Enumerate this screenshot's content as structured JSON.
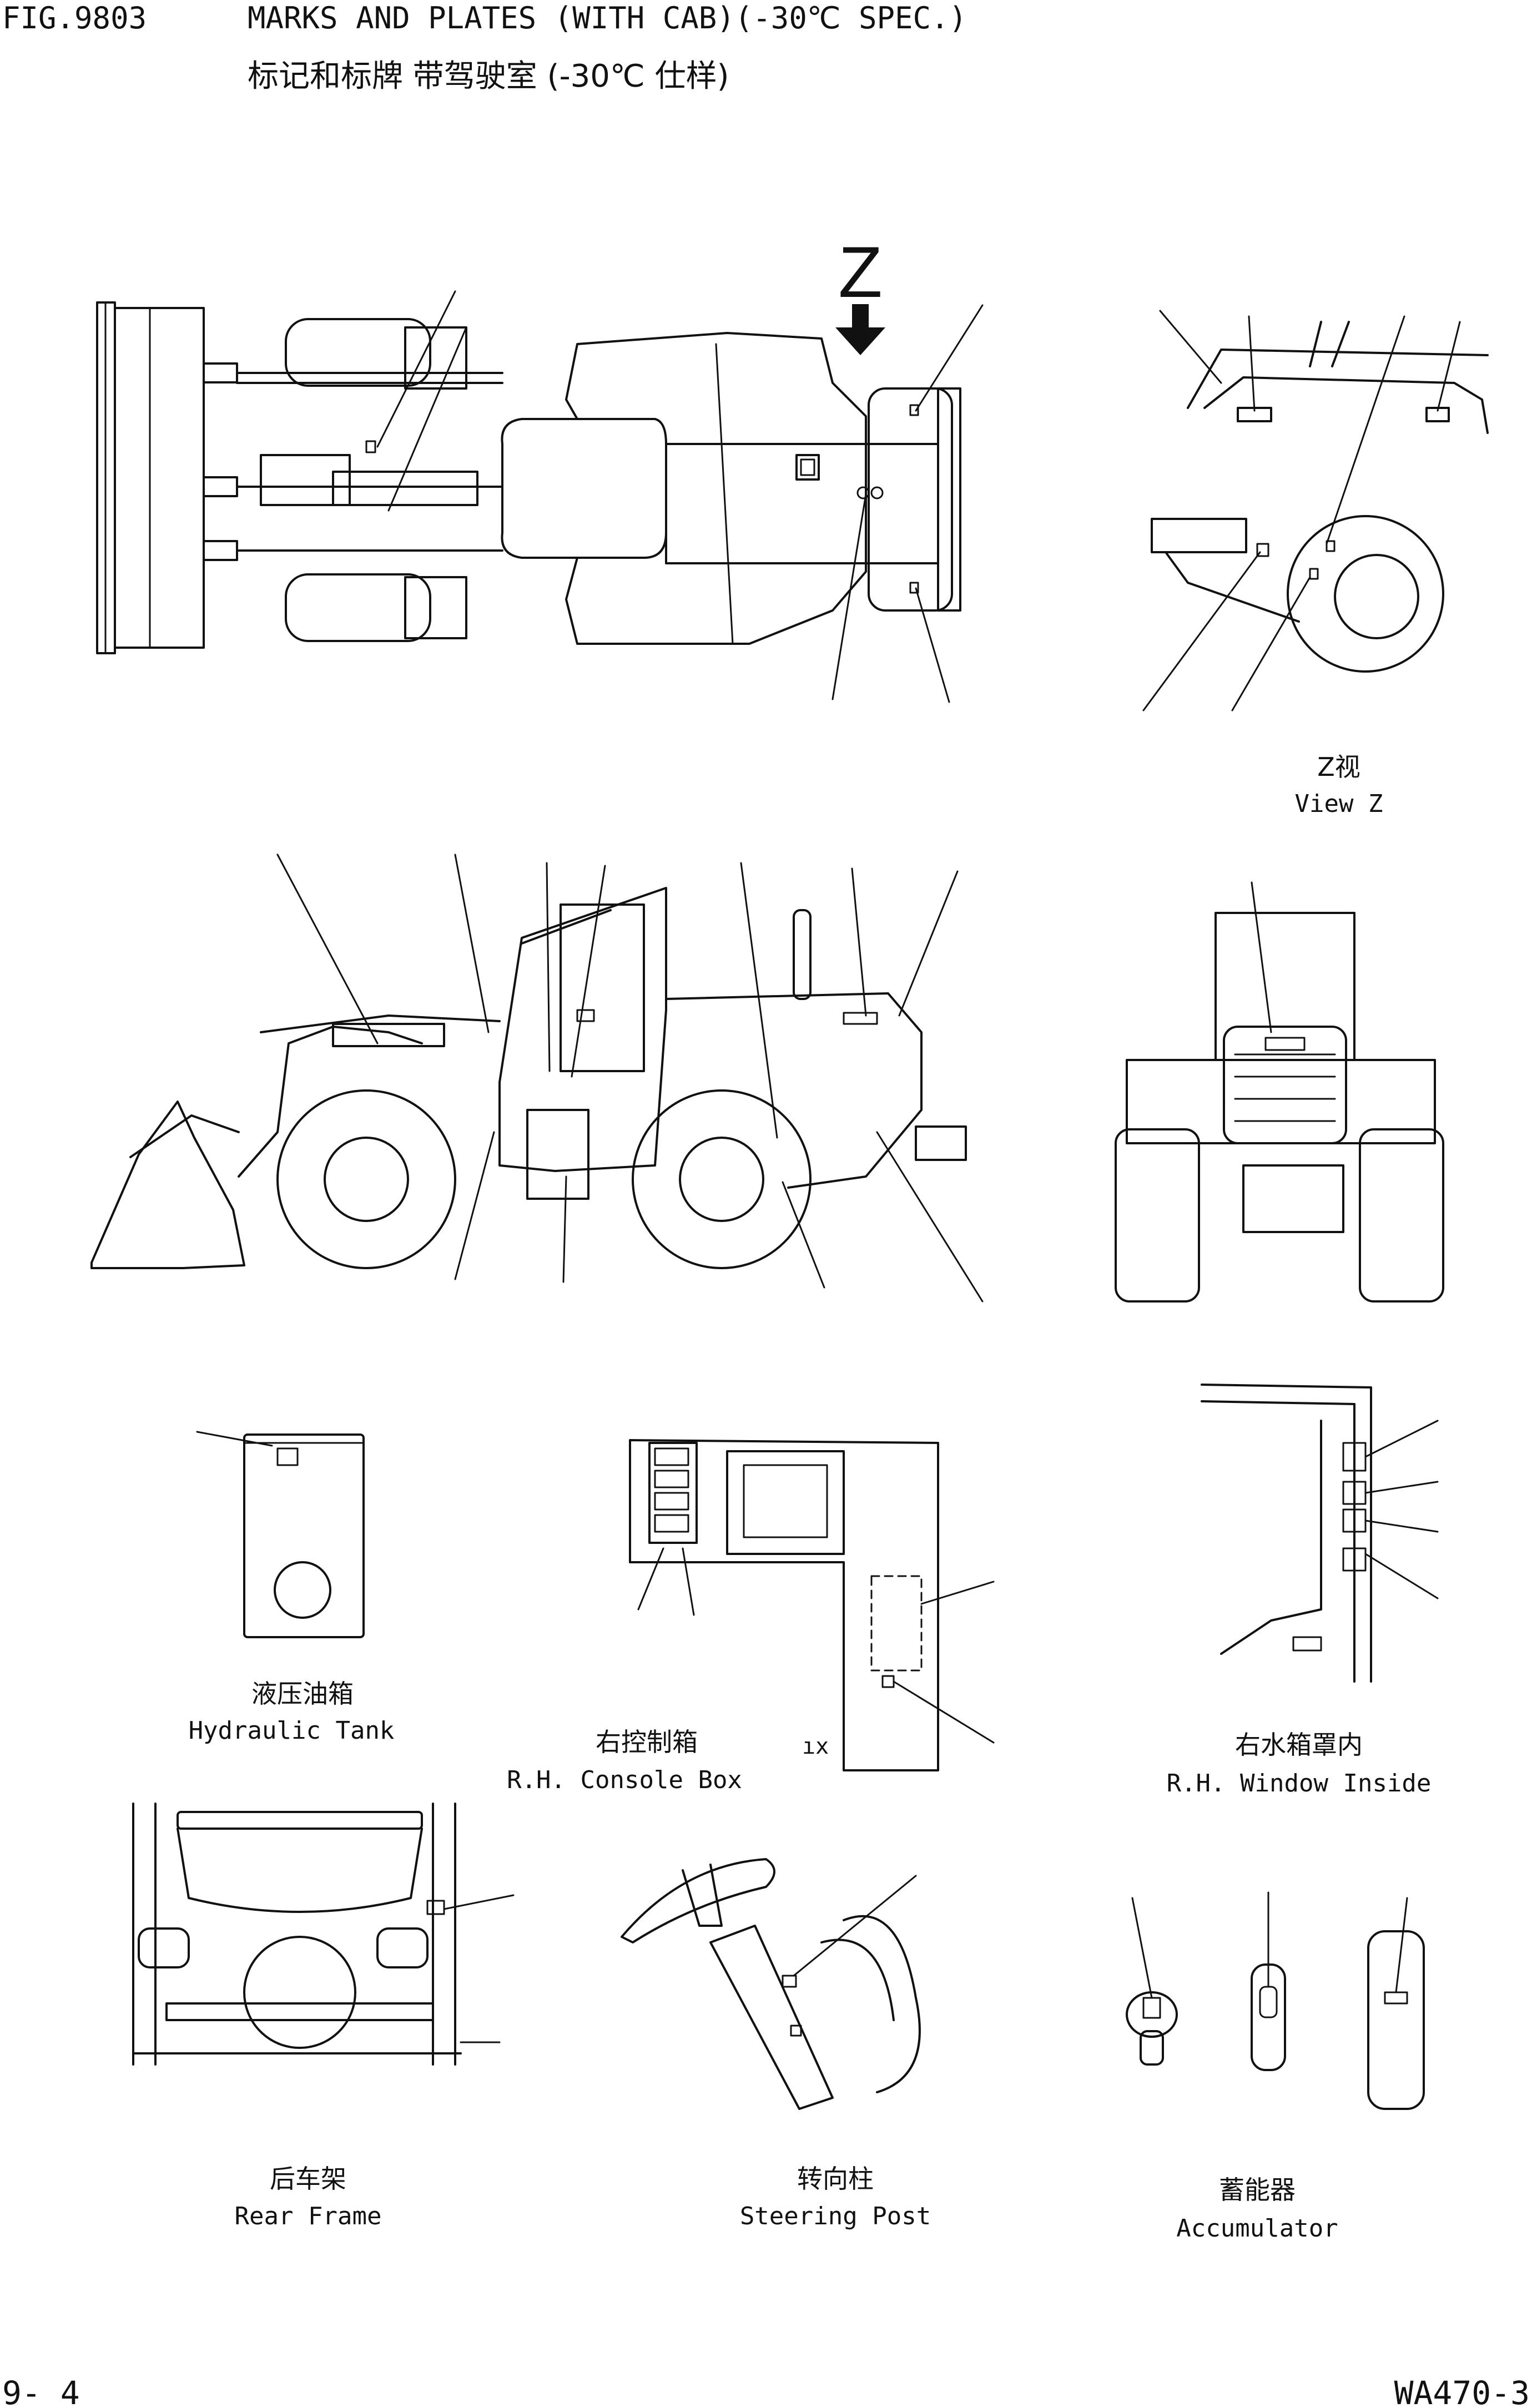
{
  "header": {
    "fig_no": "FIG.9803",
    "title_en": "MARKS AND PLATES (WITH CAB)(-30℃ SPEC.)",
    "title_cn": "标记和标牌 带驾驶室 (-30℃ 仕样)"
  },
  "views": {
    "top": {
      "z_marker": "Z"
    },
    "view_z": {
      "cn": "Z视",
      "en": "View Z"
    },
    "side": {},
    "rear": {},
    "hydraulic_tank": {
      "cn": "液压油箱",
      "en": "Hydraulic Tank"
    },
    "console_box": {
      "cn": "右控制箱",
      "en": "R.H. Console Box",
      "fragment": "ıx"
    },
    "window_inside": {
      "cn": "右水箱罩内",
      "en": "R.H. Window Inside"
    },
    "rear_frame": {
      "cn": "后车架",
      "en": "Rear Frame"
    },
    "steering_post": {
      "cn": "转向柱",
      "en": "Steering Post"
    },
    "accumulator": {
      "cn": "蓄能器",
      "en": "Accumulator"
    }
  },
  "footer": {
    "page": "9- 4",
    "model": "WA470-3"
  },
  "colors": {
    "ink": "#111111",
    "paper": "#ffffff"
  }
}
